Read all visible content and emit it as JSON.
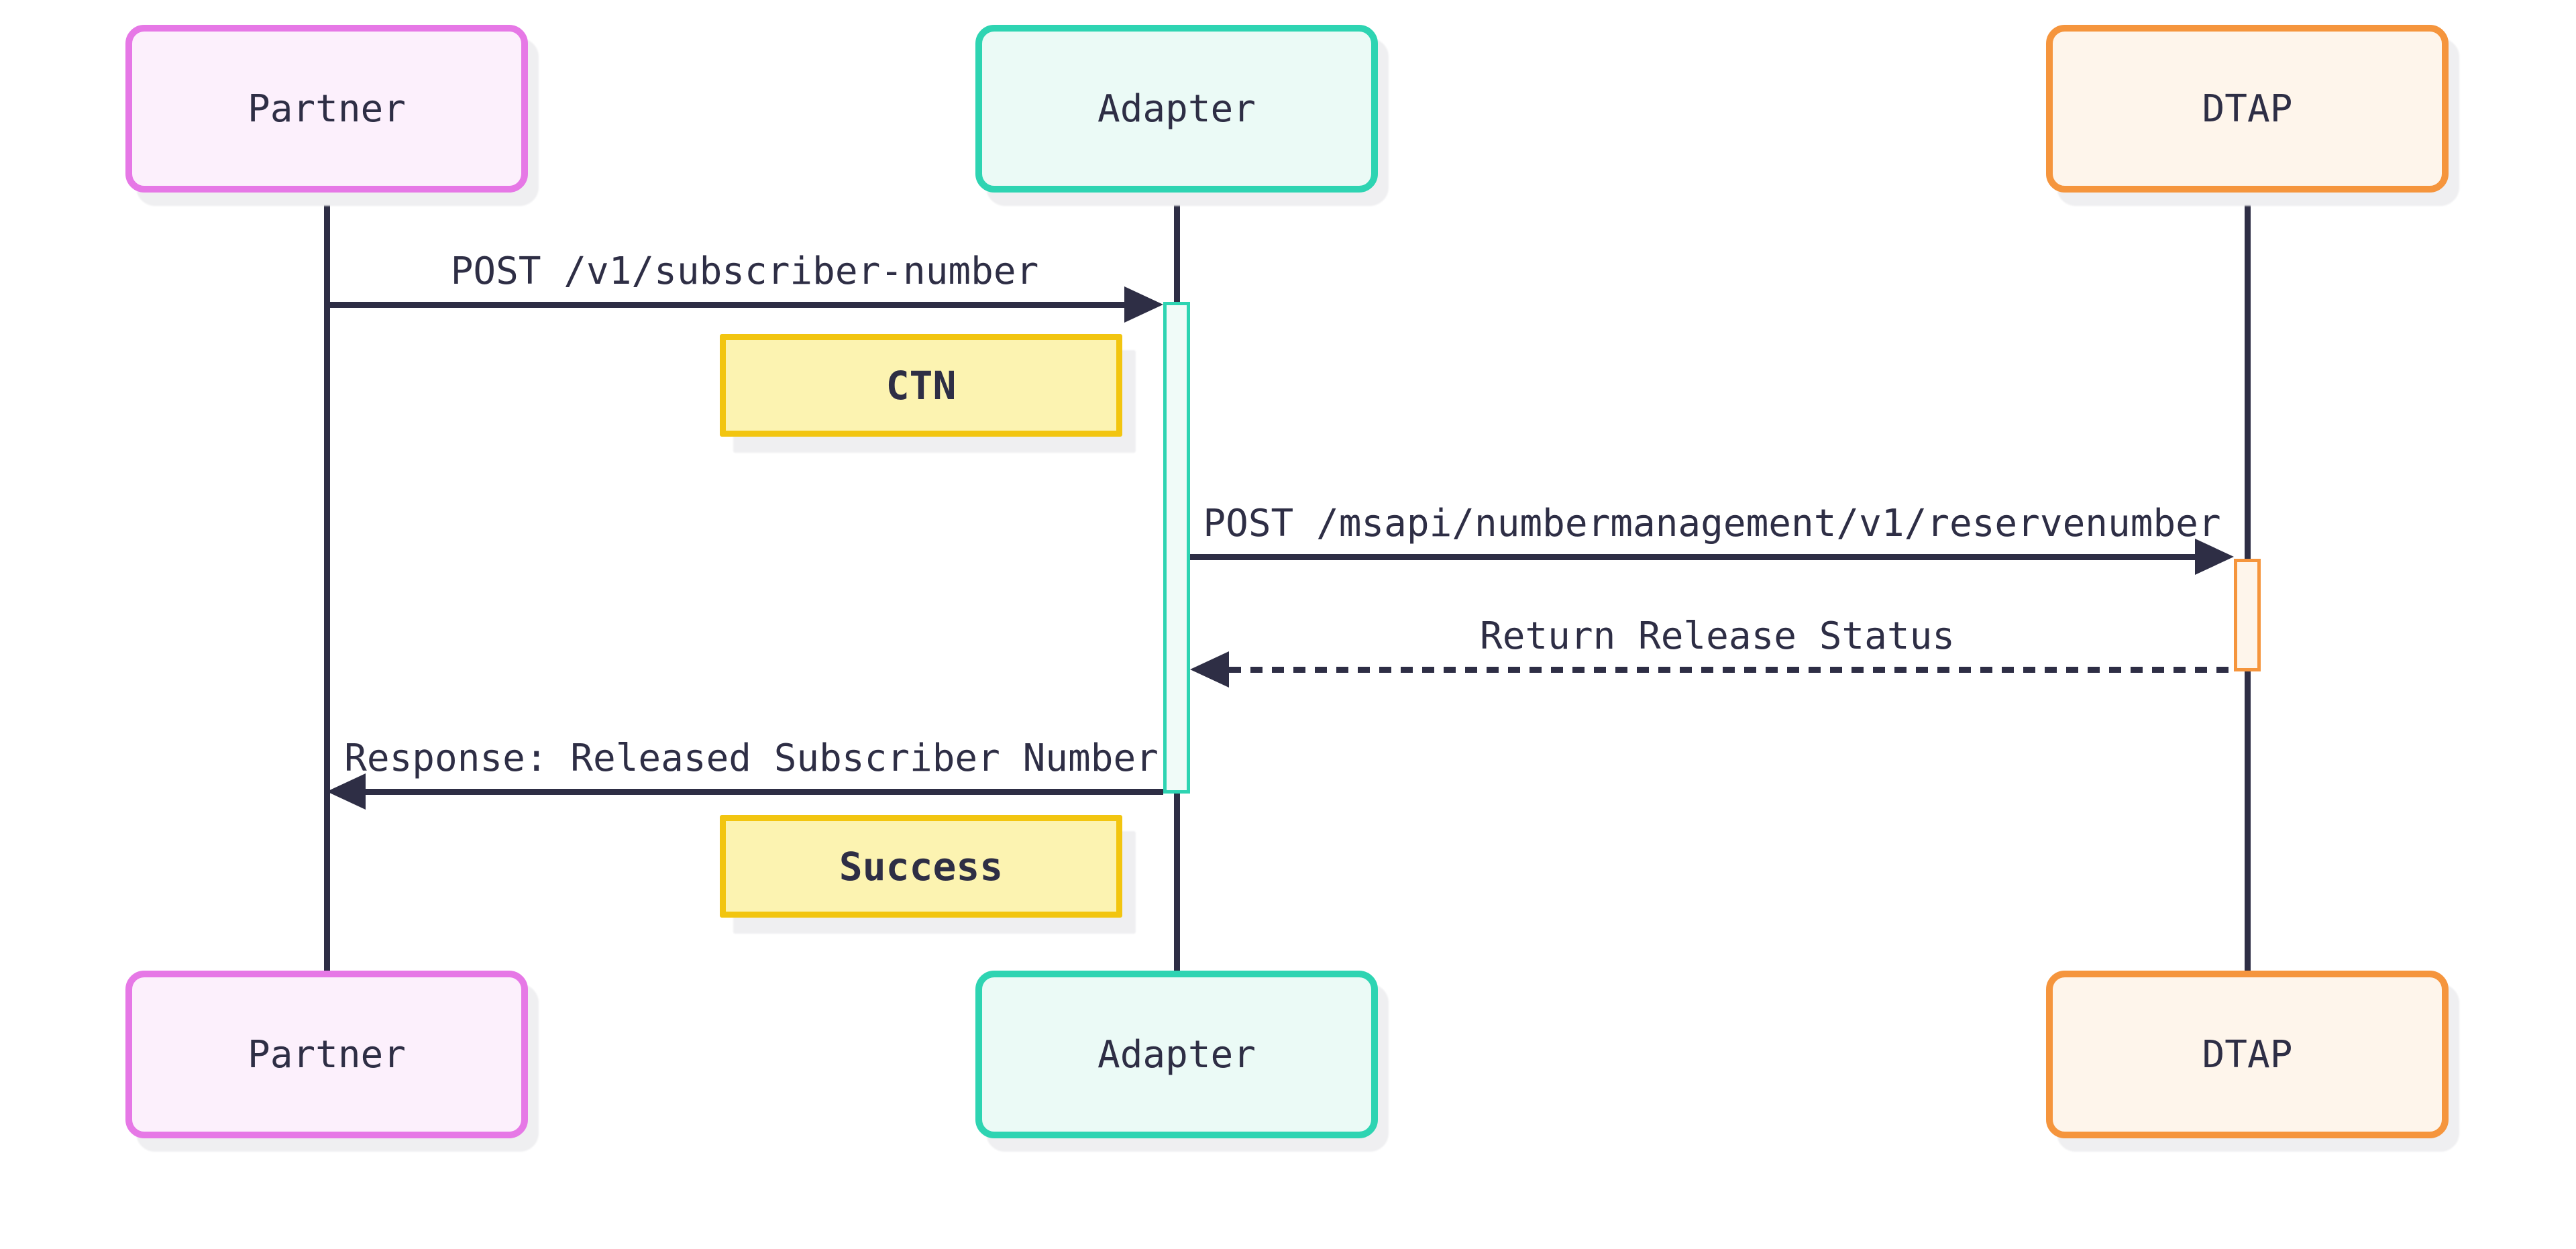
{
  "diagram": {
    "kind": "sequence-diagram",
    "background_color": "#ffffff",
    "ink_color": "#2e2e45"
  },
  "actors": [
    {
      "id": "partner",
      "label": "Partner",
      "border_color": "#e678e6",
      "fill_color": "#fcf0fc"
    },
    {
      "id": "adapter",
      "label": "Adapter",
      "border_color": "#2ed4b2",
      "fill_color": "#ebfaf6"
    },
    {
      "id": "dtap",
      "label": "DTAP",
      "border_color": "#f5953d",
      "fill_color": "#fef5eb"
    }
  ],
  "messages": [
    {
      "from": "partner",
      "to": "adapter",
      "style": "solid",
      "label": "POST /v1/subscriber-number"
    },
    {
      "from": "adapter",
      "to": "dtap",
      "style": "solid",
      "label": "POST /msapi/numbermanagement/v1/reservenumber"
    },
    {
      "from": "dtap",
      "to": "adapter",
      "style": "dotted",
      "label": "Return Release Status"
    },
    {
      "from": "adapter",
      "to": "partner",
      "style": "solid",
      "label": "Response: Released Subscriber Number"
    }
  ],
  "notes": [
    {
      "label": "CTN",
      "border_color": "#f2c510",
      "fill_color": "#fcf3b1"
    },
    {
      "label": "Success",
      "border_color": "#f2c510",
      "fill_color": "#fcf3b1"
    }
  ],
  "activations": [
    {
      "actor": "adapter",
      "border_color": "#2ed4b2",
      "fill_color": "#f0fbf8"
    },
    {
      "actor": "dtap",
      "border_color": "#f5953d",
      "fill_color": "#fef5eb"
    }
  ]
}
